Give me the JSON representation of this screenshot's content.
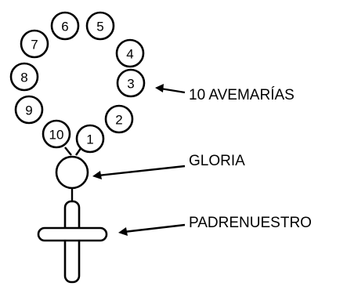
{
  "beads": [
    "1",
    "2",
    "3",
    "4",
    "5",
    "6",
    "7",
    "8",
    "9",
    "10"
  ],
  "labels": {
    "avemarias": "10 AVEMARÍAS",
    "gloria": "GLORIA",
    "padrenuestro": "PADRENUESTRO"
  },
  "colors": {
    "ink": "#000000",
    "background": "#ffffff"
  }
}
